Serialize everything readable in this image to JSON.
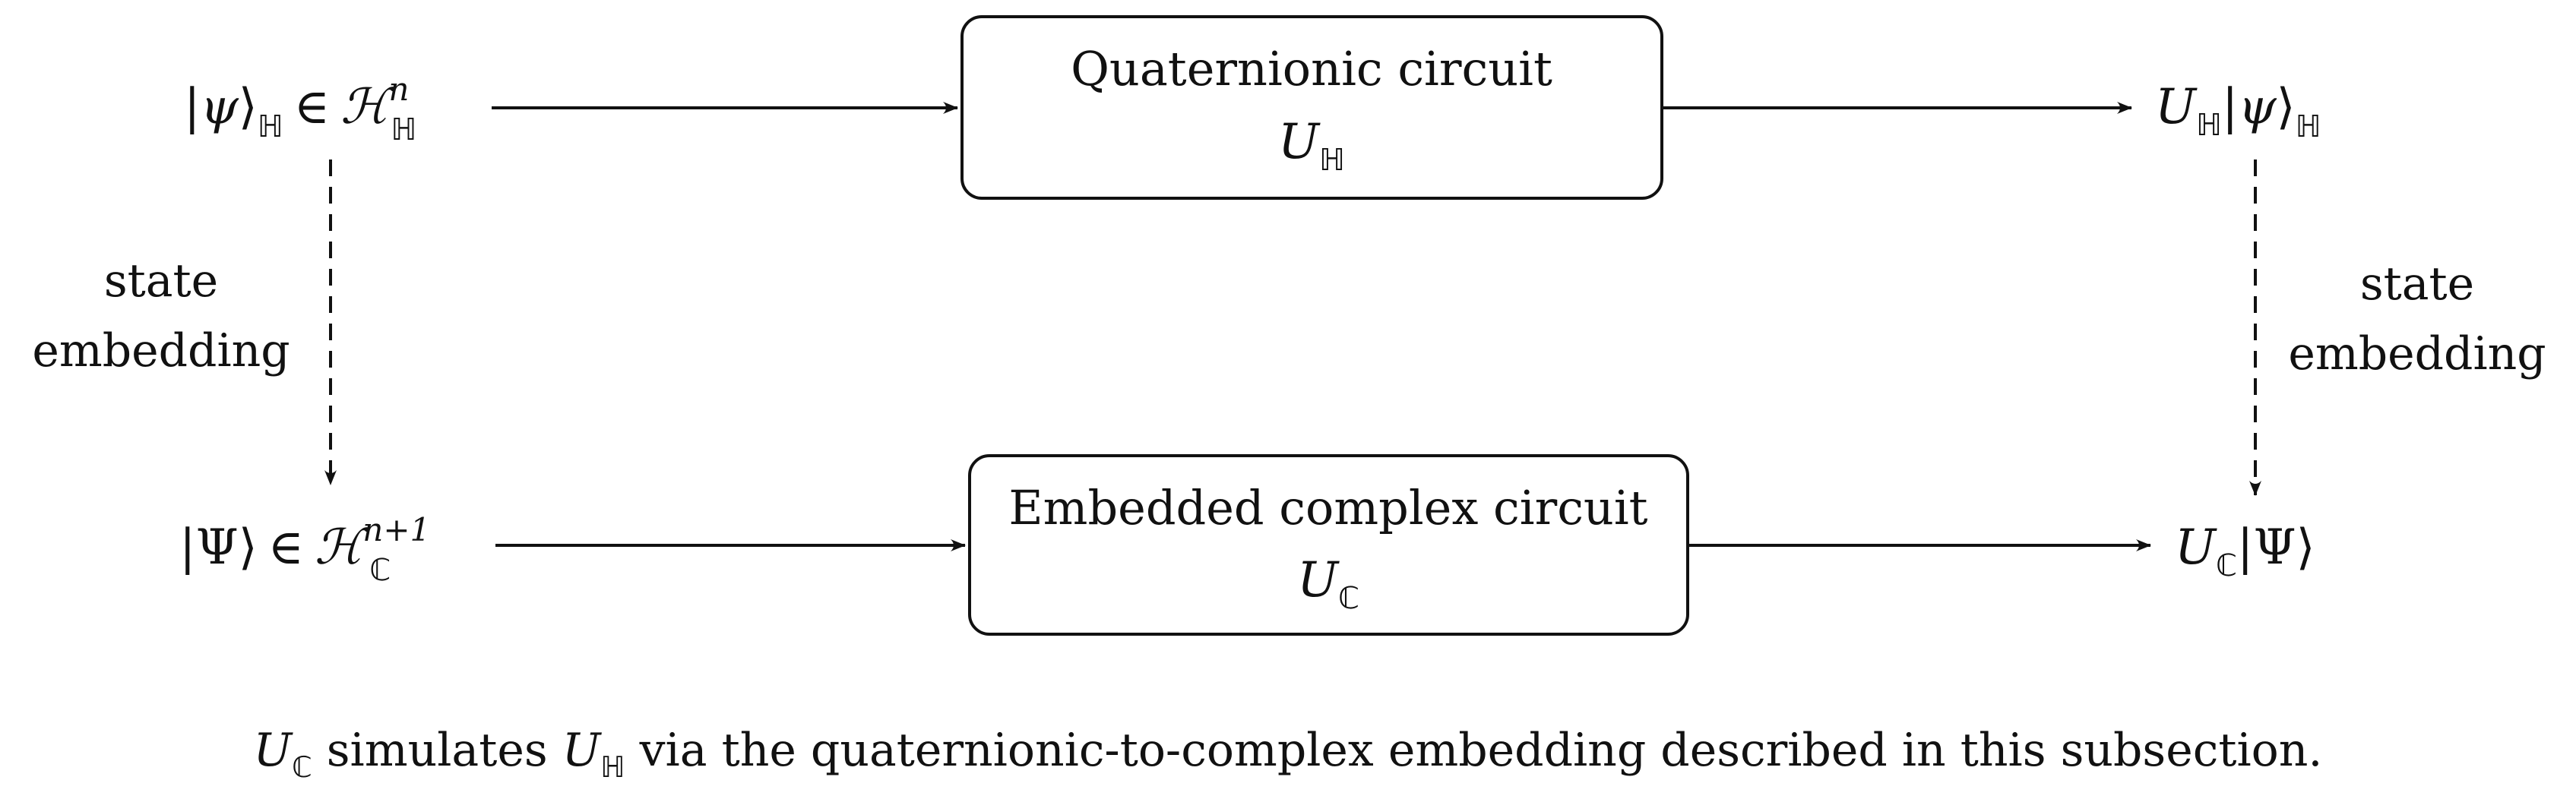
{
  "diagram": {
    "nodes": {
      "top_left": {
        "ket": "ψ",
        "ket_sub": "ℍ",
        "in": "∈",
        "space": "ℋ",
        "space_sup": "n",
        "space_sub": "ℍ"
      },
      "top_right": {
        "op": "U",
        "op_sub": "ℍ",
        "ket": "ψ",
        "ket_sub": "ℍ"
      },
      "bottom_left": {
        "ket": "Ψ",
        "in": "∈",
        "space": "ℋ",
        "space_sup": "n+1",
        "space_sub": "ℂ"
      },
      "bottom_right": {
        "op": "U",
        "op_sub": "ℂ",
        "ket": "Ψ"
      }
    },
    "boxes": {
      "quaternionic": {
        "title": "Quaternionic circuit",
        "op": "U",
        "op_sub": "ℍ"
      },
      "complex": {
        "title": "Embedded complex circuit",
        "op": "U",
        "op_sub": "ℂ"
      }
    },
    "edge_labels": {
      "left": {
        "line1": "state",
        "line2": "embedding"
      },
      "right": {
        "line1": "state",
        "line2": "embedding"
      }
    }
  },
  "caption": {
    "a_op": "U",
    "a_sub": "ℂ",
    "verb": " simulates ",
    "b_op": "U",
    "b_sub": "ℍ",
    "rest": " via the quaternionic-to-complex embedding described in this subsection."
  }
}
